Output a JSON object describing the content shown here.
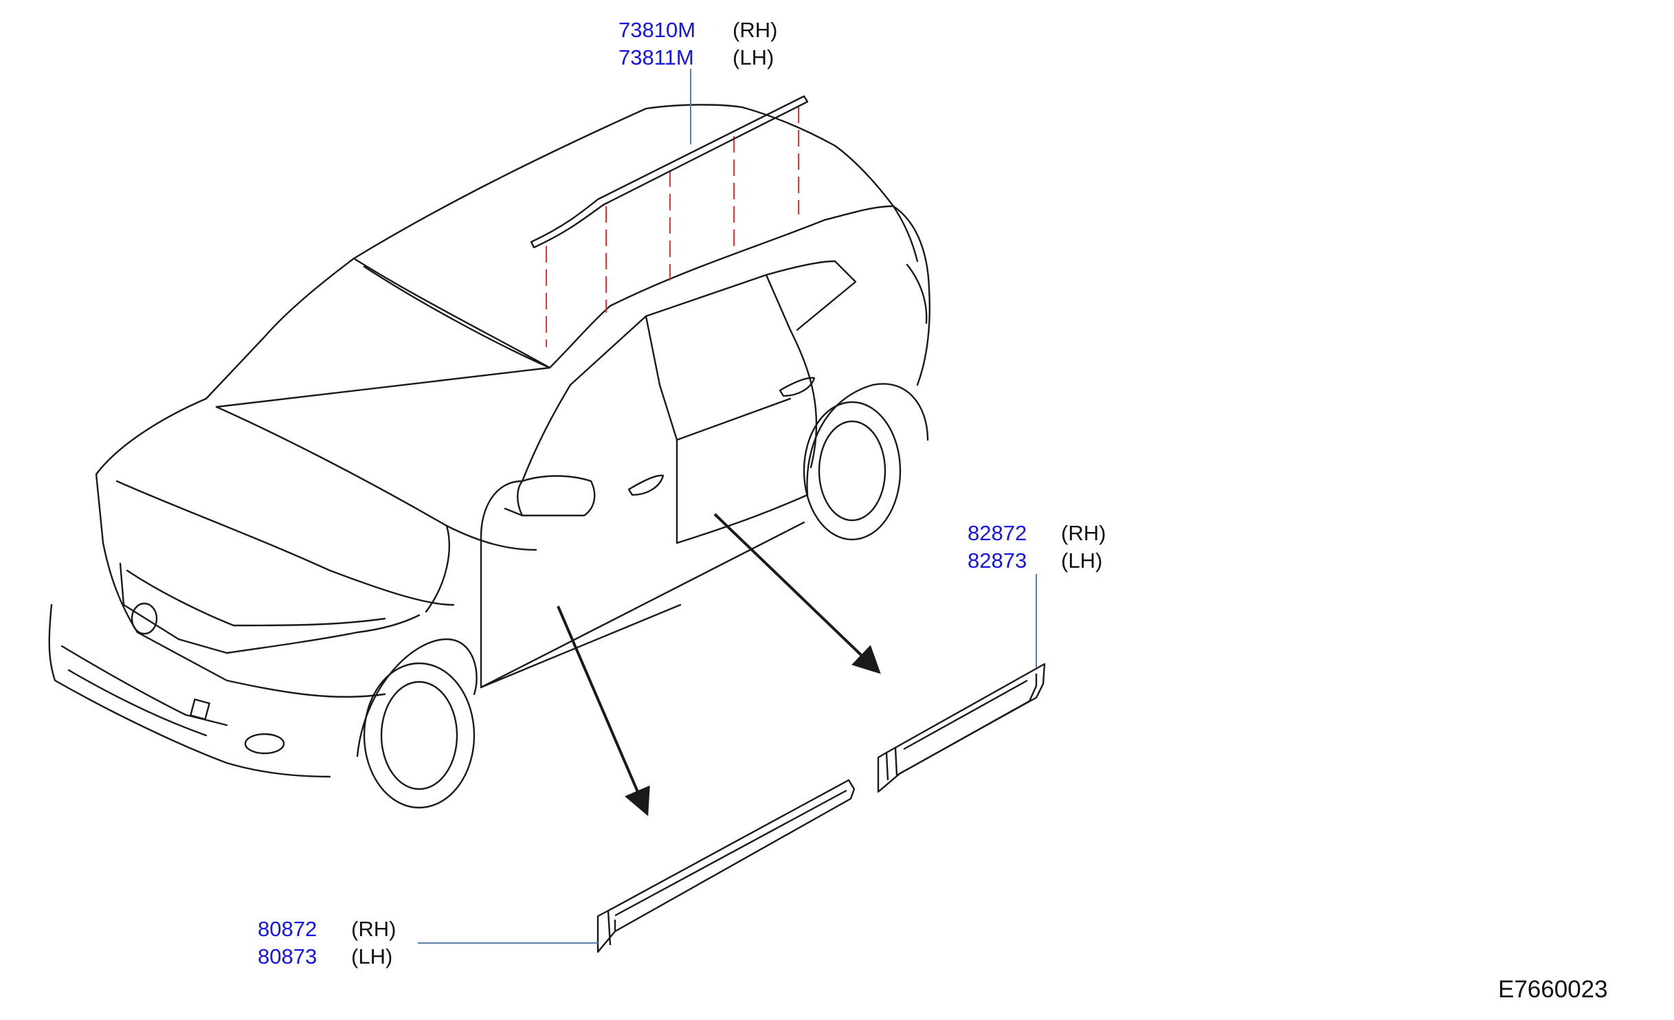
{
  "colors": {
    "part_number": "#1414e6",
    "text": "#111111",
    "leader_line": "#5b7fa8",
    "hidden_line": "#e23a3a",
    "outline": "#1a1a1a"
  },
  "callouts": {
    "roof_molding": {
      "rh_part": "73810M",
      "rh_side": "(RH)",
      "lh_part": "73811M",
      "lh_side": "(LH)"
    },
    "rear_door_molding": {
      "rh_part": "82872",
      "rh_side": "(RH)",
      "lh_part": "82873",
      "lh_side": "(LH)"
    },
    "front_door_molding": {
      "rh_part": "80872",
      "rh_side": "(RH)",
      "lh_part": "80873",
      "lh_side": "(LH)"
    }
  },
  "drawing_code": "E7660023"
}
